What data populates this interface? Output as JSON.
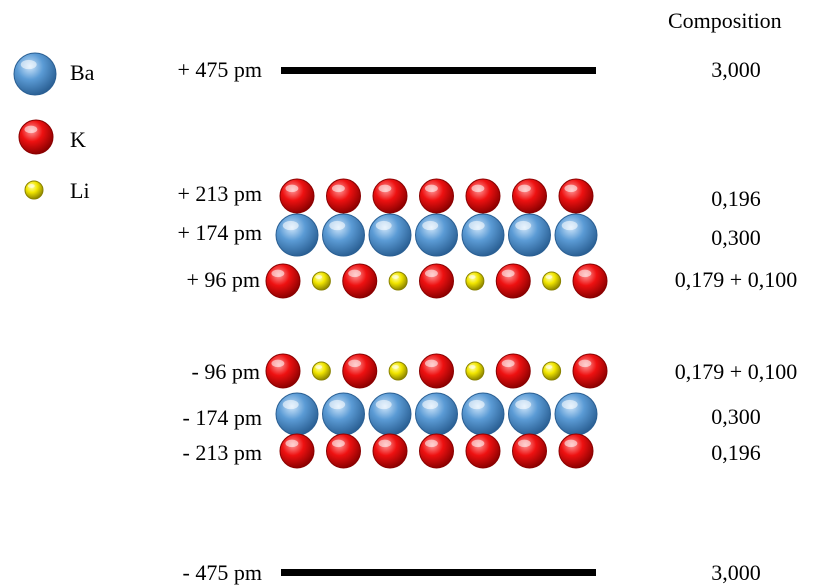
{
  "header": {
    "composition_title": "Composition"
  },
  "legend": [
    {
      "symbol": "Ba",
      "icon": "ba-atom-icon"
    },
    {
      "symbol": "K",
      "icon": "k-atom-icon"
    },
    {
      "symbol": "Li",
      "icon": "li-atom-icon"
    }
  ],
  "layers": [
    {
      "label": "+ 475 pm",
      "composition": "3,000"
    },
    {
      "label": "+ 213 pm",
      "composition": "0,196",
      "atoms": [
        "K",
        "K",
        "K",
        "K",
        "K",
        "K",
        "K"
      ]
    },
    {
      "label": "+ 174 pm",
      "composition": "0,300",
      "atoms": [
        "Ba",
        "Ba",
        "Ba",
        "Ba",
        "Ba",
        "Ba",
        "Ba"
      ]
    },
    {
      "label": "+ 96 pm",
      "composition": "0,179 + 0,100",
      "atoms": [
        "K",
        "Li",
        "K",
        "Li",
        "K",
        "Li",
        "K",
        "Li",
        "K"
      ]
    },
    {
      "label": "- 96 pm",
      "composition": "0,179 + 0,100",
      "atoms": [
        "K",
        "Li",
        "K",
        "Li",
        "K",
        "Li",
        "K",
        "Li",
        "K"
      ]
    },
    {
      "label": "- 174 pm",
      "composition": "0,300",
      "atoms": [
        "Ba",
        "Ba",
        "Ba",
        "Ba",
        "Ba",
        "Ba",
        "Ba"
      ]
    },
    {
      "label": "- 213 pm",
      "composition": "0,196",
      "atoms": [
        "K",
        "K",
        "K",
        "K",
        "K",
        "K",
        "K"
      ]
    },
    {
      "label": "- 475 pm",
      "composition": "3,000"
    }
  ],
  "colors": {
    "Ba": {
      "light": "#cfe6fb",
      "mid": "#5b9bd5",
      "dark": "#2a5f93"
    },
    "K": {
      "light": "#ff9a9a",
      "mid": "#ee1111",
      "dark": "#8a0000"
    },
    "Li": {
      "light": "#ffffb0",
      "mid": "#f2e600",
      "dark": "#8a8200"
    }
  }
}
